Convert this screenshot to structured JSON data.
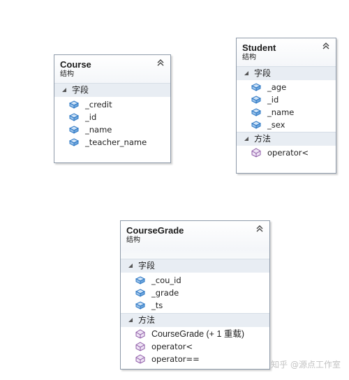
{
  "course": {
    "title": "Course",
    "kind": "结构",
    "fields_header": "字段",
    "fields": [
      "_credit",
      "_id",
      "_name",
      "_teacher_name"
    ]
  },
  "student": {
    "title": "Student",
    "kind": "结构",
    "fields_header": "字段",
    "fields": [
      "_age",
      "_id",
      "_name",
      "_sex"
    ],
    "methods_header": "方法",
    "methods": [
      "operator<"
    ]
  },
  "coursegrade": {
    "title": "CourseGrade",
    "kind": "结构",
    "fields_header": "字段",
    "fields": [
      "_cou_id",
      "_grade",
      "_ts"
    ],
    "methods_header": "方法",
    "methods": [
      "CourseGrade (+ 1 重载)",
      "operator<",
      "operator=="
    ]
  },
  "watermark": "知乎 @源点工作室",
  "icons": {
    "field": "field-icon",
    "method": "method-icon",
    "collapse": "double-chevron-up-icon",
    "section_toggle": "triangle-expander-icon"
  },
  "colors": {
    "border": "#8e9aa9",
    "section_bg": "#e8edf3",
    "field_icon": "#2e78c4",
    "method_icon": "#8d5aa6"
  }
}
